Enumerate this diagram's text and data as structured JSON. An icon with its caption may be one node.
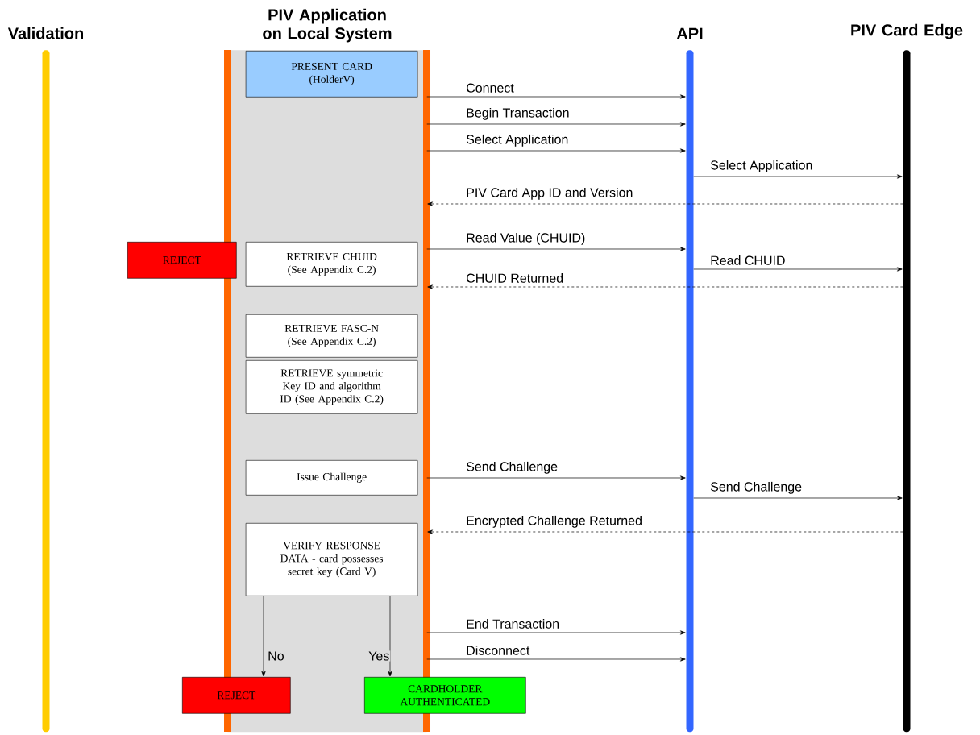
{
  "diagram": {
    "nodes": [
      {
        "text": [
          "Validation"
        ]
      },
      {
        "text": [
          "PIV Application on Local System"
        ]
      },
      {
        "text": [
          "API"
        ]
      },
      {
        "text": [
          "PIV Card Edge"
        ]
      },
      {
        "text": [
          "PRESENT CARD (HolderV)"
        ],
        "in": 1
      },
      {
        "text": [
          "REJECT"
        ]
      },
      {
        "text": [
          "RETRIEVE CHUID (See Appendix C.2)"
        ],
        "in": 1
      },
      {
        "text": [
          "RETRIEVE FASC-N (See Appendix C.2)"
        ],
        "in": 1
      },
      {
        "text": [
          "RETRIEVE symmetric Key ID and algorithm ID (See Appendix C.2)"
        ],
        "in": 1
      },
      {
        "text": [
          "Issue Challenge"
        ],
        "in": 1
      },
      {
        "text": [
          "VERIFY RESPONSE DATA - card possesses secret key (Card V)"
        ],
        "in": 1
      },
      {
        "text": [
          "REJECT"
        ]
      },
      {
        "text": [
          "CARDHOLDER AUTHENTICATED"
        ]
      }
    ],
    "edges": [
      {
        "from": 1,
        "to": 2,
        "arrow": "to",
        "label": "Connect"
      },
      {
        "from": 1,
        "to": 2,
        "arrow": "to",
        "label": "Begin Transaction"
      },
      {
        "from": 1,
        "to": 2,
        "arrow": "to",
        "label": "Select Application"
      },
      {
        "from": 2,
        "to": 3,
        "arrow": "to",
        "label": "Select Application"
      },
      {
        "from": 3,
        "to": 1,
        "arrow": "to",
        "label": "PIV Card App ID and Version",
        "style": "dashed"
      },
      {
        "from": 1,
        "to": 2,
        "arrow": "to",
        "label": "Read Value (CHUID)"
      },
      {
        "from": 2,
        "to": 3,
        "arrow": "to",
        "label": "Read CHUID"
      },
      {
        "from": 3,
        "to": 1,
        "arrow": "to",
        "label": "CHUID Returned",
        "style": "dashed"
      },
      {
        "from": 1,
        "to": 2,
        "arrow": "to",
        "label": "Send Challenge"
      },
      {
        "from": 2,
        "to": 3,
        "arrow": "to",
        "label": "Send Challenge"
      },
      {
        "from": 3,
        "to": 1,
        "arrow": "to",
        "label": "Encrypted Challenge Returned",
        "style": "dashed"
      },
      {
        "from": 1,
        "to": 2,
        "arrow": "to",
        "label": "End Transaction"
      },
      {
        "from": 1,
        "to": 2,
        "arrow": "to",
        "label": "Disconnect"
      },
      {
        "from": 10,
        "to": 11,
        "arrow": "to",
        "label": "No"
      },
      {
        "from": 10,
        "to": 12,
        "arrow": "to",
        "label": "Yes"
      }
    ]
  }
}
